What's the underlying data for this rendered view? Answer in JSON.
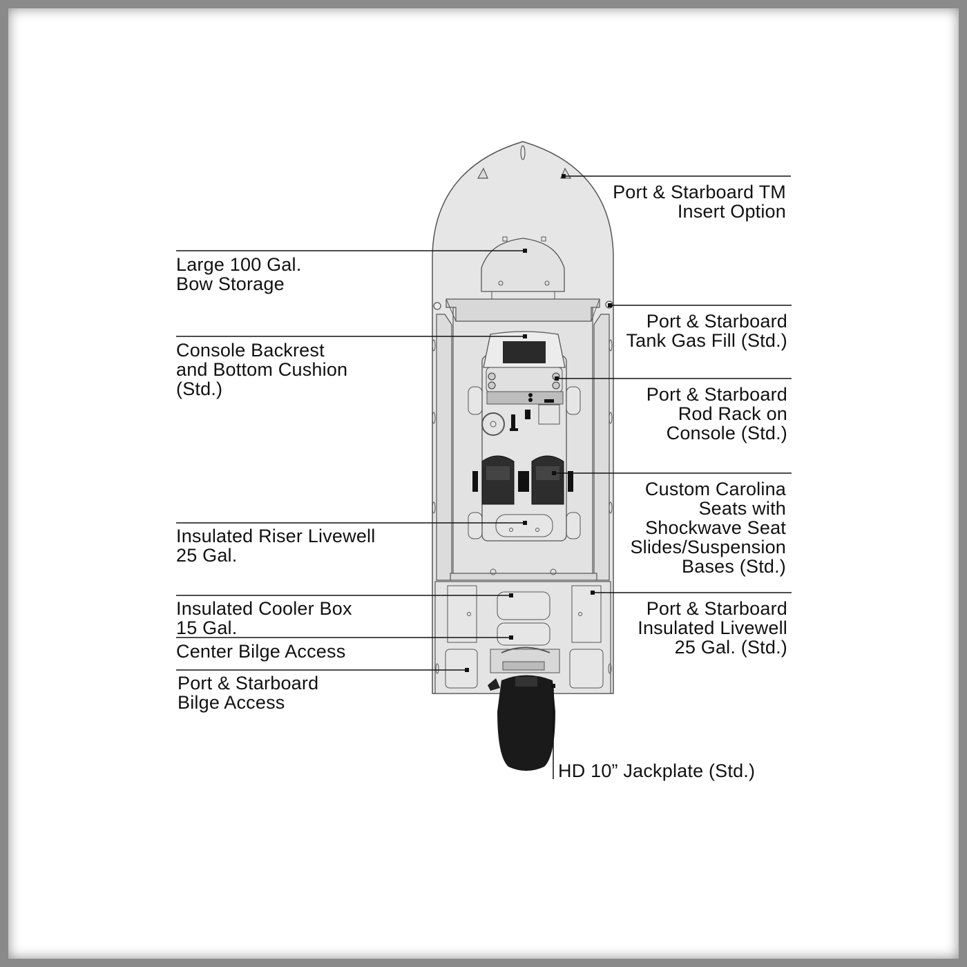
{
  "colors": {
    "hull_fill": "#e6e6e6",
    "deck_fill": "#e2e2e2",
    "outline": "#555555",
    "leader": "#111111",
    "motor": "#1a1a1a",
    "frame": "#8a8a8a"
  },
  "callouts": {
    "tm_insert": "Port & Starboard TM\nInsert Option",
    "bow_storage": "Large 100 Gal.\nBow Storage",
    "gas_fill": "Port & Starboard\nTank Gas Fill (Std.)",
    "console_cushion": "Console Backrest\nand Bottom Cushion\n(Std.)",
    "rod_rack": "Port & Starboard\nRod Rack on\nConsole (Std.)",
    "seats": "Custom Carolina\nSeats with\nShockwave Seat\nSlides/Suspension\nBases (Std.)",
    "riser_livewell": "Insulated Riser Livewell\n25 Gal.",
    "cooler_box": "Insulated Cooler Box\n15 Gal.",
    "center_bilge": "Center Bilge Access",
    "insulated_livewell": "Port & Starboard\nInsulated Livewell\n25 Gal. (Std.)",
    "bilge_access": "Port & Starboard\nBilge Access",
    "jackplate": "HD 10” Jackplate (Std.)"
  }
}
